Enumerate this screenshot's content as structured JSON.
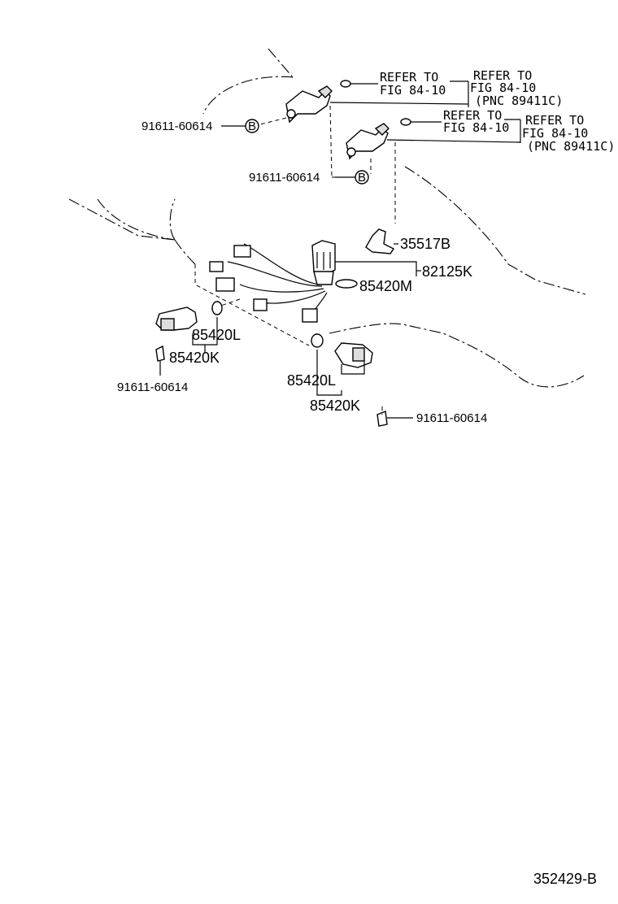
{
  "labels": {
    "top_sensor": {
      "refer_a1": "REFER TO",
      "refer_a2": "FIG 84-10",
      "refer_b1": "REFER TO",
      "refer_b2": "FIG 84-10",
      "refer_b3": "(PNC 89411C)",
      "bolt": "91611-60614",
      "bolt_mark": "B"
    },
    "mid_sensor": {
      "refer_a1": "REFER TO",
      "refer_a2": "FIG 84-10",
      "refer_b1": "REFER TO",
      "refer_b2": "FIG 84-10",
      "refer_b3": "(PNC 89411C)",
      "bolt": "91611-60614",
      "bolt_mark": "B"
    },
    "bracket": "35517B",
    "harness": "82125K",
    "oring": "85420M",
    "left_solenoid": {
      "seal": "85420L",
      "solenoid": "85420K",
      "bolt": "91611-60614"
    },
    "right_solenoid": {
      "seal": "85420L",
      "solenoid": "85420K",
      "bolt": "91611-60614"
    },
    "figure_id": "352429-B"
  }
}
